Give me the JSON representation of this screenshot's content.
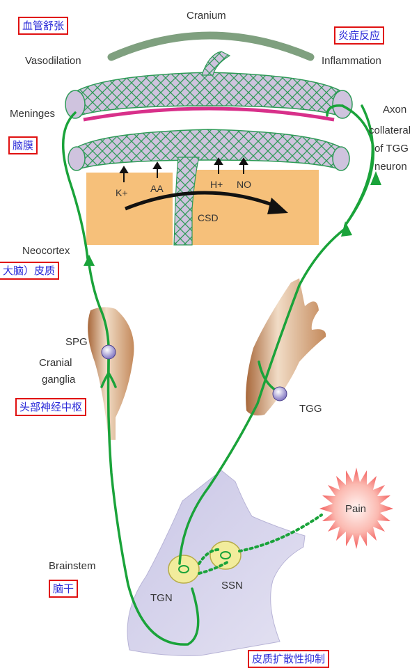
{
  "labels": {
    "cranium": "Cranium",
    "vasodilation": "Vasodilation",
    "inflammation": "Inflammation",
    "meninges": "Meninges",
    "axon_line1": "Axon",
    "axon_line2": "collateral",
    "axon_line3": "of TGG",
    "axon_line4": "neuron",
    "k_plus": "K+",
    "aa": "AA",
    "h_plus": "H+",
    "no": "NO",
    "csd": "CSD",
    "neocortex": "Neocortex",
    "spg": "SPG",
    "cranial": "Cranial",
    "ganglia": "ganglia",
    "tgg": "TGG",
    "pain": "Pain",
    "brainstem": "Brainstem",
    "tgn": "TGN",
    "ssn": "SSN"
  },
  "annotations": {
    "vasodilation_cn": "血管舒张",
    "inflammation_cn": "炎症反应",
    "meninges_cn": "脑膜",
    "cortex_cn": "大脑）皮质",
    "cranial_ganglia_cn": "头部神经中枢",
    "brainstem_cn": "脑干",
    "csd_cn": "皮质扩散性抑制"
  },
  "colors": {
    "nerve_green": "#1aa33a",
    "vessel_fill": "#cfc3de",
    "vessel_mesh": "#2e9a57",
    "cortex_fill": "#f6c07a",
    "cranium_gray": "#7fa07f",
    "inflamed_pink": "#d8308a",
    "ganglion_tan": "#c9956a",
    "brainstem_lavender": "#d8d6ec",
    "pain_red": "#f25a5a",
    "annotation_border": "#e01010",
    "annotation_text": "#2a2ad8"
  }
}
